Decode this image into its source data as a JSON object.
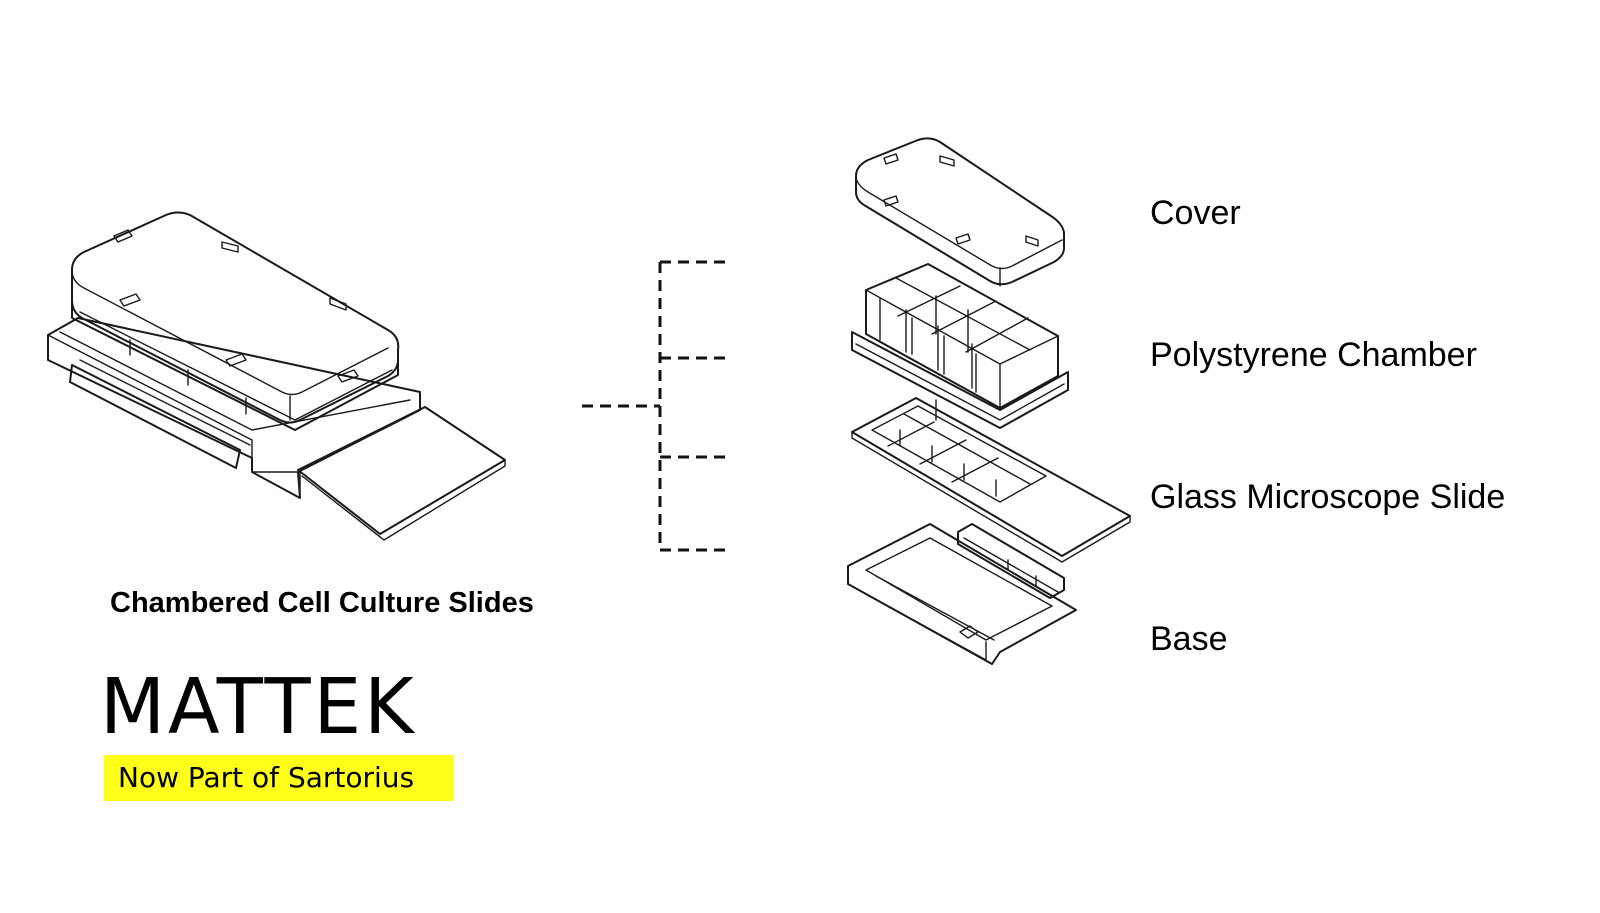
{
  "caption": "Chambered Cell Culture Slides",
  "brand": {
    "name": "MATTEK",
    "tagline": "Now Part of Sartorius",
    "tagline_color": "#ffff1a"
  },
  "parts": [
    {
      "name": "Cover"
    },
    {
      "name": "Polystyrene Chamber"
    },
    {
      "name": "Glass Microscope Slide"
    },
    {
      "name": "Base"
    }
  ]
}
